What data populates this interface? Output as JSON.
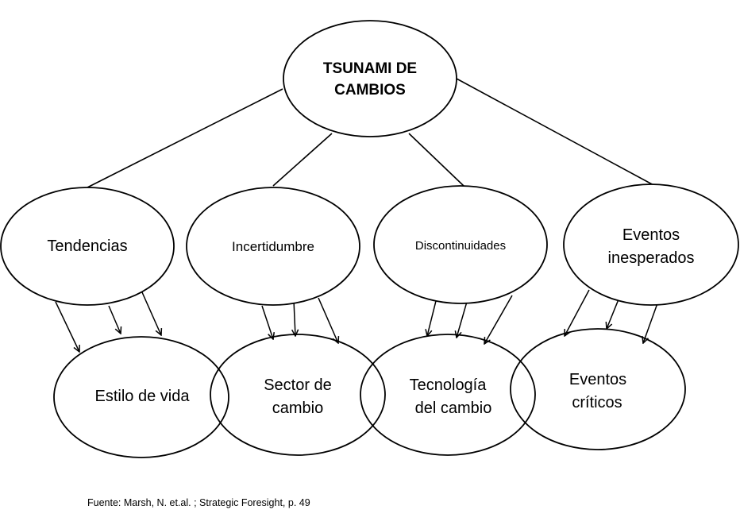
{
  "root": {
    "line1": "TSUNAMI DE",
    "line2": "CAMBIOS"
  },
  "drivers": {
    "tendencias": "Tendencias",
    "incertidumbre": "Incertidumbre",
    "discontinuidades": "Discontinuidades",
    "eventos_line1": "Eventos",
    "eventos_line2": "inesperados"
  },
  "outcomes": {
    "estilo": "Estilo de vida",
    "sector_line1": "Sector de",
    "sector_line2": "cambio",
    "tecnologia_line1": "Tecnología",
    "tecnologia_line2": "del cambio",
    "criticos_line1": "Eventos",
    "criticos_line2": "críticos"
  },
  "source": "Fuente: Marsh, N. et.al. ; Strategic Foresight, p. 49",
  "colors": {
    "stroke": "#000000",
    "fill": "#ffffff"
  }
}
